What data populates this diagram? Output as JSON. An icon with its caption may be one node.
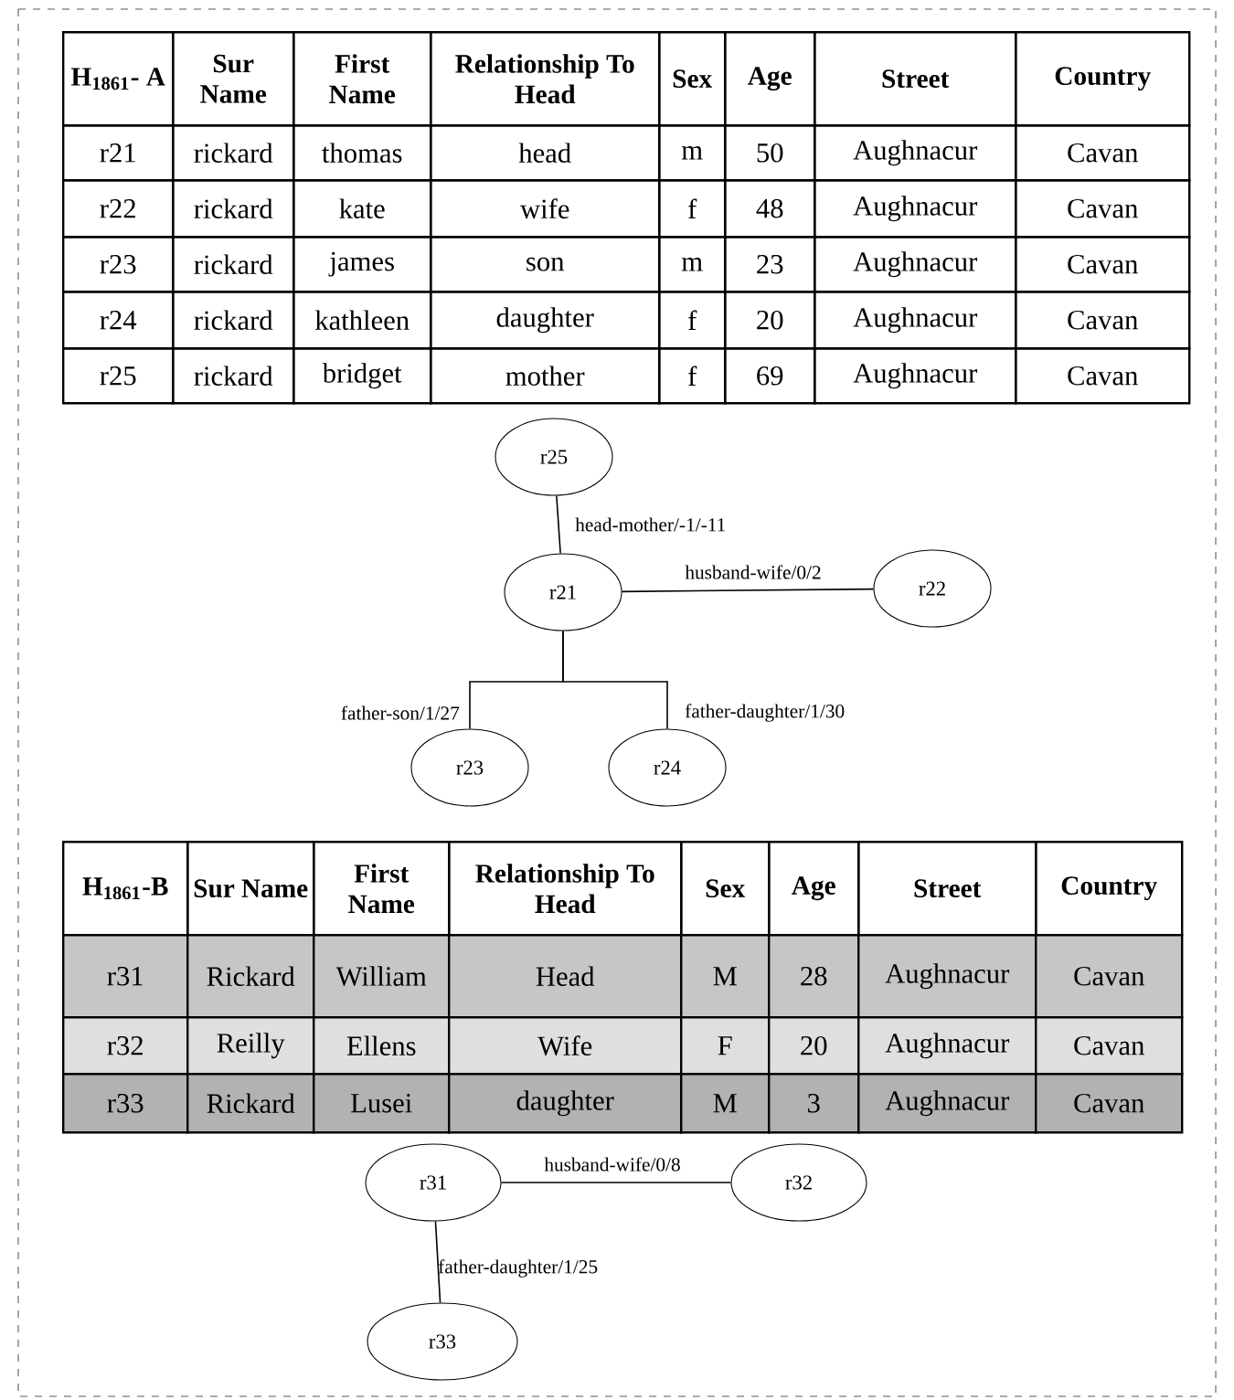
{
  "diagram": {
    "nodes": [
      {
        "text": [
          "r25"
        ]
      },
      {
        "text": [
          "r21"
        ]
      },
      {
        "text": [
          "r22"
        ]
      },
      {
        "text": [
          "r23"
        ]
      },
      {
        "text": [
          "r24"
        ]
      },
      {
        "text": [
          "r31"
        ]
      },
      {
        "text": [
          "r32"
        ]
      },
      {
        "text": [
          "r33"
        ]
      }
    ],
    "edges": [
      {
        "from": 0,
        "to": 1,
        "arrow": "none",
        "label": "head-mother/-1/-11"
      },
      {
        "from": 1,
        "to": 2,
        "arrow": "none",
        "label": "husband-wife/0/2"
      },
      {
        "from": 1,
        "to": 3,
        "arrow": "none",
        "label": "father-son/1/27"
      },
      {
        "from": 1,
        "to": 4,
        "arrow": "none",
        "label": "father-daughter/1/30"
      },
      {
        "from": 5,
        "to": 6,
        "arrow": "none",
        "label": "husband-wife/0/8"
      },
      {
        "from": 5,
        "to": 7,
        "arrow": "none",
        "label": "father-daughter/1/25"
      }
    ],
    "labels": [
      "H$_{1861}$- A",
      "Sur Name",
      "First Name",
      "Relationship To Head",
      "Sex",
      "Age",
      "Street",
      "Country",
      "r21",
      "rickard",
      "thomas",
      "head",
      "m",
      "50",
      "Aughnacur",
      "Cavan",
      "r22",
      "rickard",
      "kate",
      "wife",
      "f",
      "48",
      "Aughnacur",
      "Cavan",
      "r23",
      "rickard",
      "james",
      "son",
      "m",
      "23",
      "Aughnacur",
      "Cavan",
      "r24",
      "rickard",
      "kathleen",
      "daughter",
      "f",
      "20",
      "Aughnacur",
      "Cavan",
      "r25",
      "rickard",
      "bridget",
      "mother",
      "f",
      "69",
      "Aughnacur",
      "Cavan",
      "H$_{1861}$-B",
      "Sur Name",
      "First Name",
      "Relationship To Head",
      "Sex",
      "Age",
      "Street",
      "Country",
      "r31",
      "Rickard",
      "William",
      "Head",
      "M",
      "28",
      "Aughnacur",
      "Cavan",
      "r32",
      "Reilly",
      "Ellens",
      "Wife",
      "F",
      "20",
      "Aughnacur",
      "Cavan",
      "r33",
      "Rickard",
      "Lusei",
      "daughter",
      "M",
      "3",
      "Aughnacur",
      "Cavan"
    ]
  }
}
